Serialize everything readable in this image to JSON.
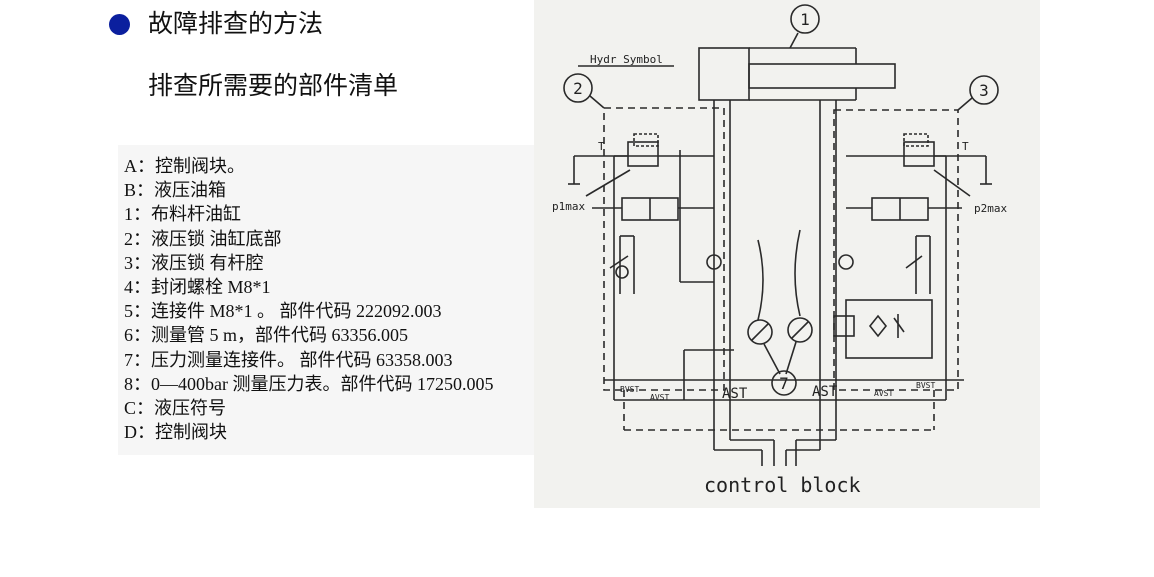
{
  "slide": {
    "title": "故障排查的方法",
    "subtitle": "排查所需要的部件清单"
  },
  "parts_list": [
    "A：控制阀块。",
    "B：液压油箱",
    "1：布料杆油缸",
    "2：液压锁 油缸底部",
    "3：液压锁 有杆腔",
    "4：封闭螺栓 M8*1",
    "5：连接件 M8*1 。   部件代码 222092.003",
    "6：测量管 5 m，部件代码 63356.005",
    "7：压力测量连接件。 部件代码 63358.003",
    "8：0—400bar 测量压力表。部件代码 17250.005",
    "C：液压符号",
    "D：控制阀块"
  ],
  "diagram": {
    "hydr_symbol": "Hydr Symbol",
    "n1": "1",
    "n2": "2",
    "n3": "3",
    "n7": "7",
    "t_left": "T",
    "t_right": "T",
    "p1max": "p1max",
    "p2max": "p2max",
    "bvst_left": "BVST",
    "avst_left": "AVST",
    "ast_left": "AST",
    "ast_right": "AST",
    "avst_right": "AVST",
    "bvst_right": "BVST",
    "control_block": "control block",
    "colors": {
      "ink": "#2a2a2a",
      "paper": "#f2f2ef"
    }
  }
}
